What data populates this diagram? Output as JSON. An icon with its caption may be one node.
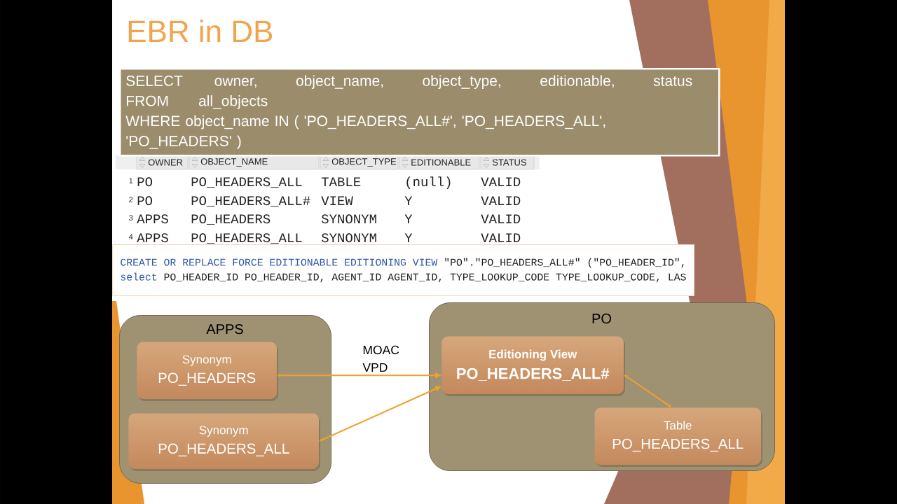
{
  "diagram": {
    "title": "EBR in DB",
    "nodes": [
      {
        "text": [
          "SELECT owner, object_name, object_type, editionable, status",
          "FROM all_objects",
          "WHERE object_name IN ( 'PO_HEADERS_ALL#', 'PO_HEADERS_ALL', 'PO_HEADERS' )"
        ]
      },
      {
        "text": [
          "CREATE OR REPLACE FORCE EDITIONABLE EDITIONING VIEW",
          "\"PO\".\"PO_HEADERS_ALL#\" (\"PO_HEADER_ID\",",
          "select",
          "PO_HEADER_ID PO_HEADER_ID, AGENT_ID AGENT_ID, TYPE_LOOKUP_CODE TYPE_LOOKUP_CODE, LAS"
        ]
      },
      {
        "text": [
          "APPS"
        ]
      },
      {
        "text": [
          "Synonym",
          "PO_HEADERS"
        ],
        "in": 2
      },
      {
        "text": [
          "Synonym",
          "PO_HEADERS_ALL"
        ],
        "in": 2
      },
      {
        "text": [
          "PO"
        ]
      },
      {
        "text": [
          "Editioning View",
          "PO_HEADERS_ALL#"
        ],
        "in": 5
      },
      {
        "text": [
          "Table",
          "PO_HEADERS_ALL"
        ],
        "in": 5
      }
    ],
    "edges": [
      {
        "from": 3,
        "to": 6,
        "arrow": "both",
        "label": "MOAC VPD"
      },
      {
        "from": 4,
        "to": 6,
        "arrow": "both"
      },
      {
        "from": 6,
        "to": 7,
        "arrow": "both"
      }
    ],
    "labels": [
      "OWNER",
      "OBJECT_NAME",
      "OBJECT_TYPE",
      "EDITIONABLE",
      "STATUS",
      "1",
      "PO",
      "PO_HEADERS_ALL",
      "TABLE",
      "(null)",
      "VALID",
      "2",
      "PO",
      "PO_HEADERS_ALL#",
      "VIEW",
      "Y",
      "VALID",
      "3",
      "APPS",
      "PO_HEADERS",
      "SYNONYM",
      "Y",
      "VALID",
      "4",
      "APPS",
      "PO_HEADERS_ALL",
      "SYNONYM",
      "Y",
      "VALID"
    ]
  }
}
